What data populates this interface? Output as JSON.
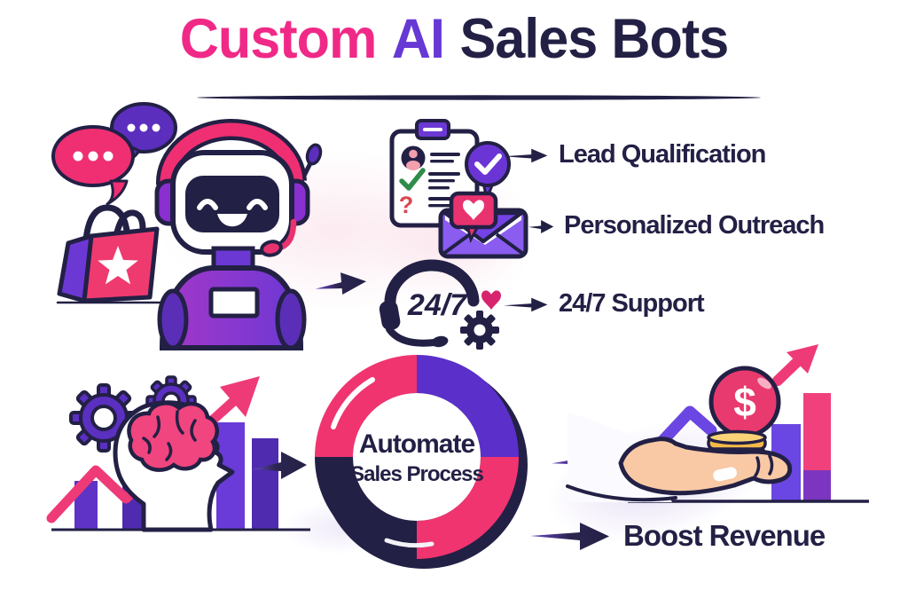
{
  "title": {
    "word1": "Custom",
    "word2": "AI",
    "word3": "Sales Bots"
  },
  "features": [
    {
      "label": "Lead Qualification"
    },
    {
      "label": "Personalized Outreach"
    },
    {
      "label": "24/7 Support"
    }
  ],
  "support_badge": {
    "text": "24/7"
  },
  "process_ring": {
    "line1": "Automate",
    "line2": "Sales Process"
  },
  "outcome": {
    "label": "Boost Revenue"
  },
  "coin": {
    "symbol": "$"
  },
  "colors": {
    "title_pink": "#F02987",
    "title_purple": "#6638D4",
    "navy": "#232045",
    "pink": "#EF3A6F",
    "purple": "#6C38D4",
    "deep_purple": "#5B2EBE",
    "green_check": "#2F8C4A",
    "red_question": "#D9484F",
    "gold": "#F4B84A",
    "skin": "#F8C9A4"
  },
  "icons": [
    "chat-bubbles-icon",
    "shopping-bag-icon",
    "star-icon",
    "robot-mascot-icon",
    "headphones-icon",
    "microphone-icon",
    "checklist-icon",
    "avatar-icon",
    "check-icon",
    "question-icon",
    "approved-check-icon",
    "heart-message-icon",
    "envelope-icon",
    "headset-icon",
    "heart-icon",
    "gear-icon",
    "gears-icon",
    "brain-head-icon",
    "bar-chart-icon",
    "growth-arrow-icon",
    "flow-arrow-icon",
    "donut-ring-icon",
    "trend-line-icon",
    "dollar-coin-icon",
    "coin-stack-icon",
    "hand-icon",
    "revenue-bars-icon"
  ]
}
